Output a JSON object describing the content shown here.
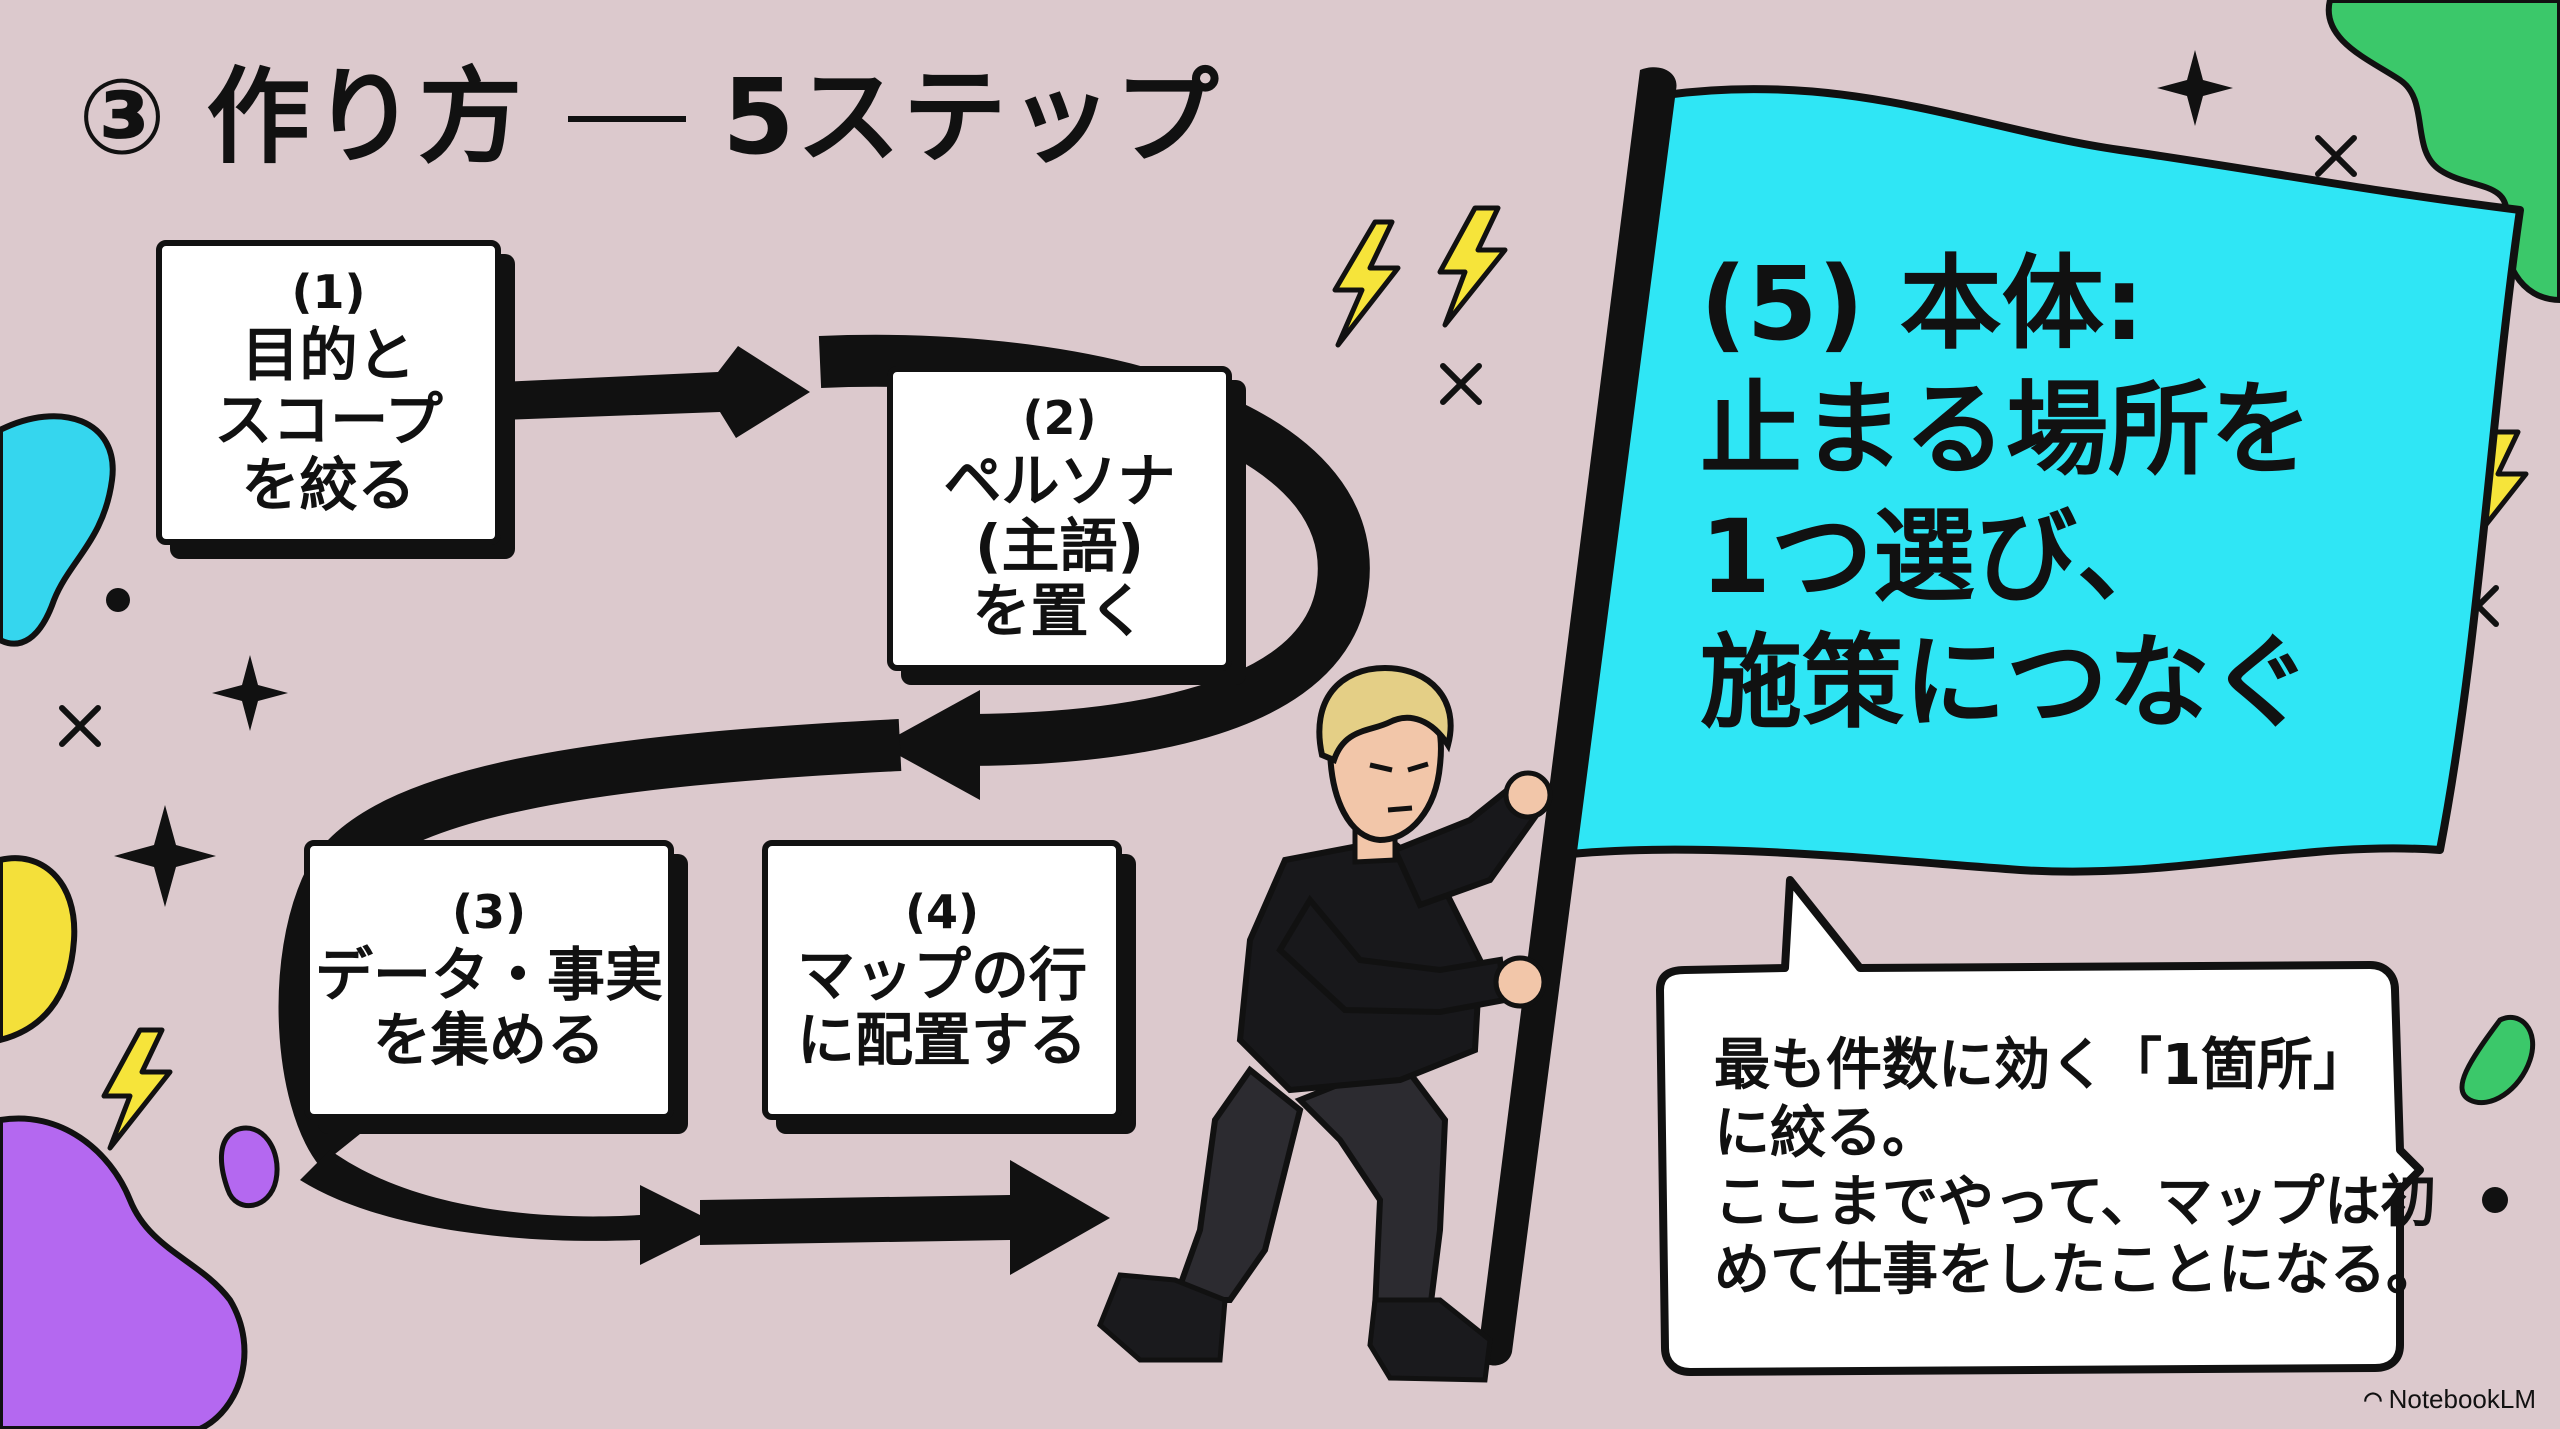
{
  "title": {
    "number": "③",
    "left": "作り方",
    "right": "5ステップ"
  },
  "steps": [
    {
      "number": "(1)",
      "text": "目的と\nスコープ\nを絞る"
    },
    {
      "number": "(2)",
      "text": "ペルソナ\n(主語)\nを置く"
    },
    {
      "number": "(3)",
      "text": "データ・事実\nを集める"
    },
    {
      "number": "(4)",
      "text": "マップの行\nに配置する"
    }
  ],
  "flag": {
    "text": "(5) 本体:\n止まる場所を\n1つ選び、\n施策につなぐ"
  },
  "bubble": {
    "text": "最も件数に効く「1箇所」\nに絞る。\nここまでやって、マップは初\nめて仕事をしたことになる。"
  },
  "brand": {
    "name": "NotebookLM",
    "icon": "notebooklm-logo-icon"
  },
  "colors": {
    "background": "#dcc9cd",
    "flag": "#2fe6f5",
    "outline": "#111111",
    "cyan_blob": "#35d6ee",
    "green_blob": "#3bc86a",
    "yellow_blob": "#f4e03a",
    "purple_blob": "#b468f0",
    "lightning": "#f6e43a"
  }
}
